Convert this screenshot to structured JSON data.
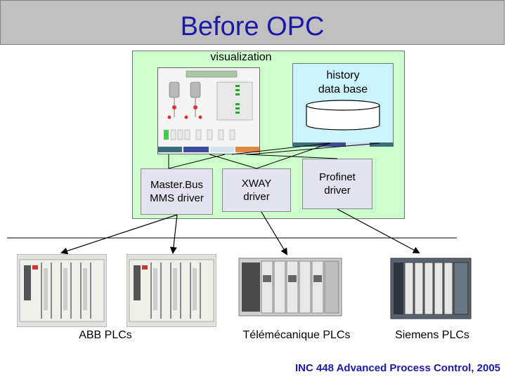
{
  "title": "Before OPC",
  "visualization_label": "visualization",
  "history_label": "history\ndata base",
  "drivers": {
    "masterbus": "Master.Bus\nMMS driver",
    "xway": "XWAY\ndriver",
    "profinet": "Profinet\ndriver"
  },
  "plc_labels": {
    "abb": "ABB PLCs",
    "telemecanique": "Télémécanique PLCs",
    "siemens": "Siemens PLCs"
  },
  "footer": "INC 448 Advanced Process Control, 2005",
  "colors": {
    "title_text": "#1a1aa6",
    "title_bar": "#c0c0c0",
    "green_area": "#ccffcc",
    "driver_box": "#e3e3ef",
    "history_panel": "#ccf4ff"
  }
}
